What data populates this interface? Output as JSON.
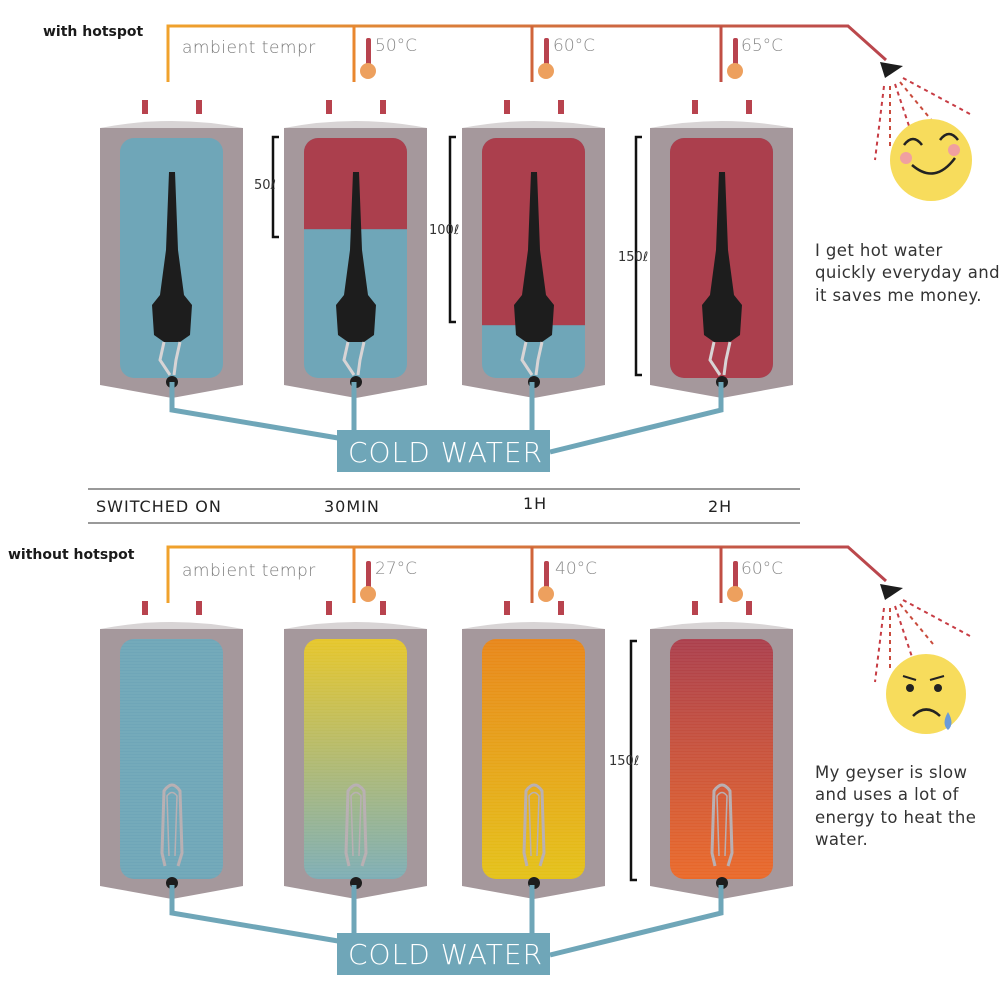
{
  "sections": [
    {
      "title": "with hotspot",
      "ambient_label": "ambient tempr",
      "temps": [
        "50°C",
        "60°C",
        "65°C"
      ],
      "cold_water_label": "COLD WATER",
      "capacity_labels": [
        "50ℓ",
        "100ℓ",
        "150ℓ"
      ],
      "caption": "I get hot water quickly everyday and it saves me money.",
      "face": "happy-face-icon",
      "tank_fills": [
        {
          "hot_fraction": 0
        },
        {
          "hot_fraction": 0.38
        },
        {
          "hot_fraction": 0.78
        },
        {
          "hot_fraction": 1
        }
      ]
    },
    {
      "title": "without hotspot",
      "ambient_label": "ambient tempr",
      "temps": [
        "27°C",
        "40°C",
        "60°C"
      ],
      "cold_water_label": "COLD WATER",
      "capacity_labels": [
        "150ℓ"
      ],
      "caption": "My geyser is slow and uses a lot of energy to heat the water.",
      "face": "sad-face-icon",
      "tank_fills": [
        {
          "colors": [
            "#6fa6b8",
            "#6fa6b8"
          ]
        },
        {
          "colors": [
            "#e6c62a",
            "#7eaeb6"
          ]
        },
        {
          "colors": [
            "#e8861a",
            "#e4c21a"
          ]
        },
        {
          "colors": [
            "#ab3f4d",
            "#ea6a2a"
          ]
        }
      ]
    }
  ],
  "timeline": [
    "SWITCHED ON",
    "30MIN",
    "1H",
    "2H"
  ],
  "colors": {
    "tank_body": "#a5989c",
    "tank_top": "#d8d4d5",
    "cold_water": "#6fa6b8",
    "hot_water": "#ab3f4d",
    "pipe_blue": "#6fa6b8",
    "pipe_orange": "#f0a22c",
    "pipe_red": "#b8434e",
    "face_yellow": "#f7dc5c"
  }
}
